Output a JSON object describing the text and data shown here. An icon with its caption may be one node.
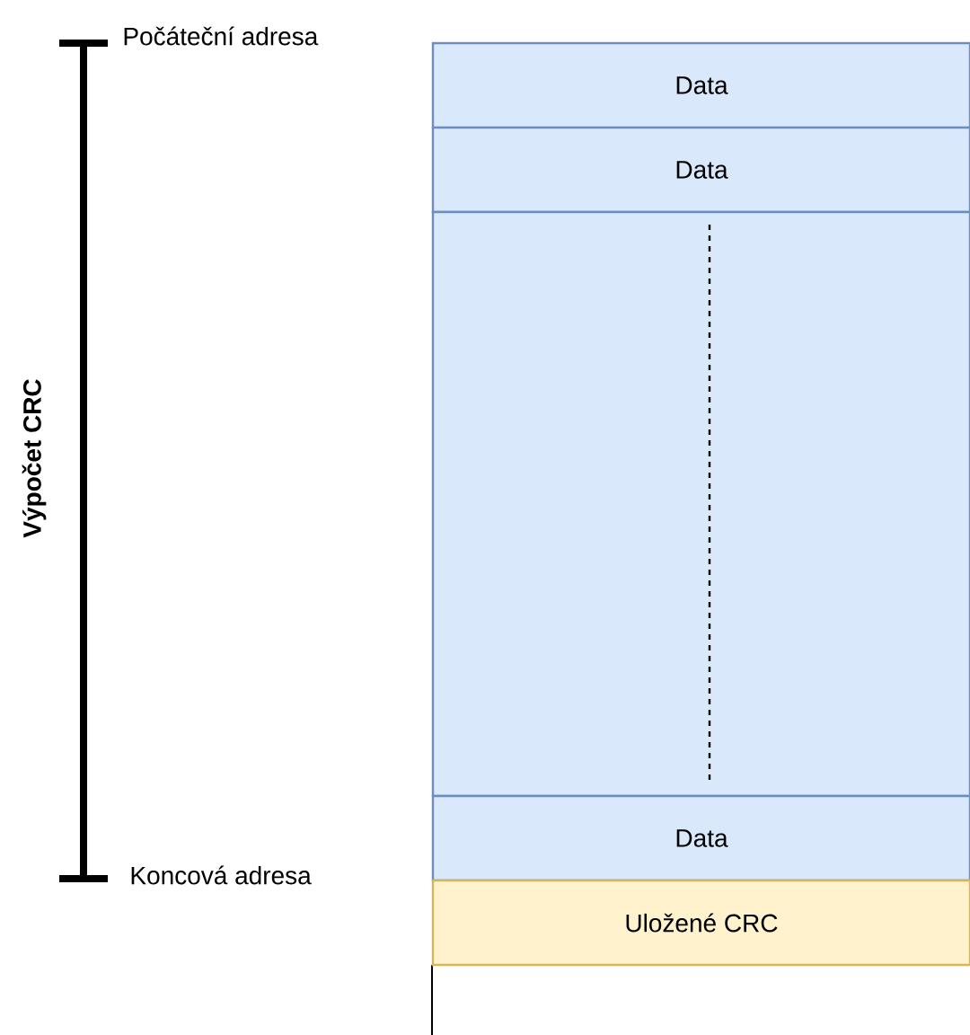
{
  "diagram": {
    "nodes": [
      {
        "text": [
          "Data"
        ]
      },
      {
        "text": [
          "Data"
        ]
      },
      {
        "text": [],
        "shape": "box"
      },
      {
        "text": [
          "Data"
        ]
      },
      {
        "text": [
          "Uložené CRC"
        ]
      }
    ],
    "labels": [
      "Počáteční adresa",
      "Výpočet CRC",
      "Koncová adresa"
    ]
  }
}
